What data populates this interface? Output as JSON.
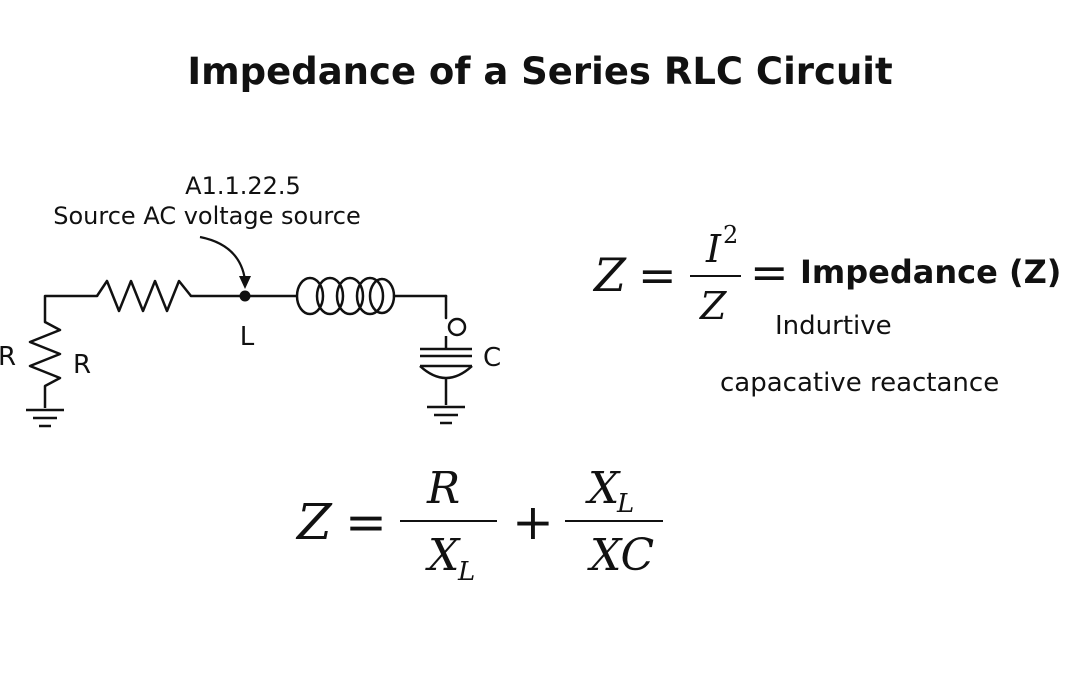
{
  "title": "Impedance of a Series RLC Circuit",
  "circuit": {
    "ref_code": "A1.1.22.5",
    "source_label": "Source AC voltage source",
    "node_label": "L",
    "resistor_label": "R",
    "resistor_label_edge": "R",
    "capacitor_label": "C"
  },
  "formula1": {
    "lhs": "Z",
    "equals": "=",
    "numerator": "I",
    "numerator_sup": "2",
    "denominator": "Z",
    "equals2": "=",
    "result": "Impedance (Z)",
    "note1": "Indurtive",
    "note2": "capacative reactance"
  },
  "formula2": {
    "lhs": "Z",
    "equals": "=",
    "frac1_num": "R",
    "frac1_den": "X",
    "frac1_den_sub": "L",
    "plus": "+",
    "frac2_num": "X",
    "frac2_num_sub": "L",
    "frac2_den": "XC"
  }
}
